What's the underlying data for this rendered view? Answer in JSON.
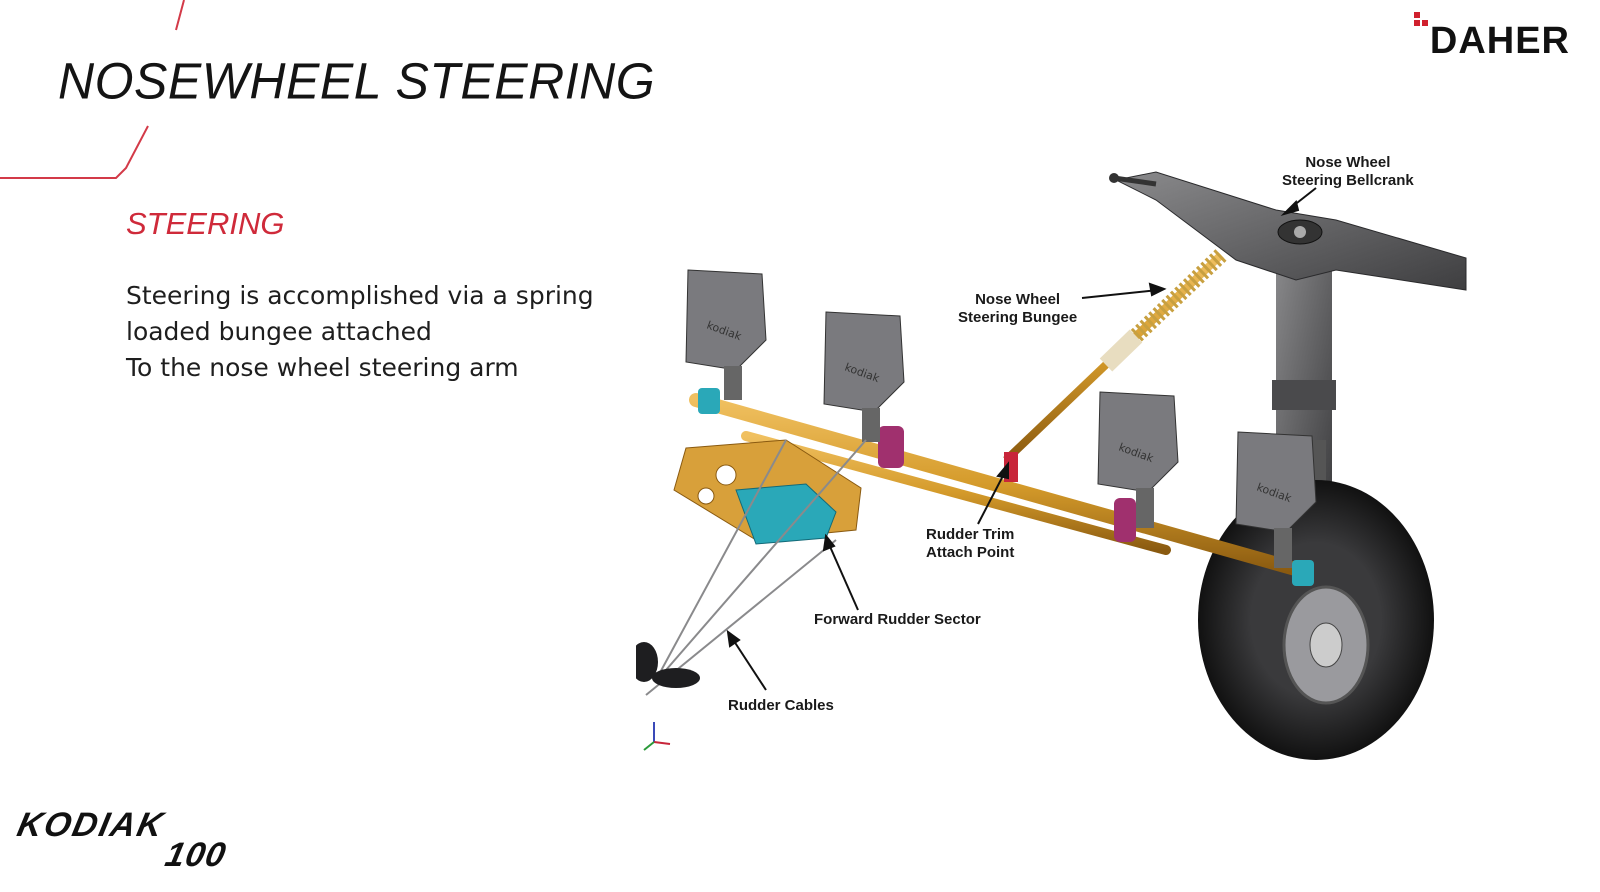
{
  "slide": {
    "title": "NOSEWHEEL STEERING",
    "subtitle": "STEERING",
    "body_lines": [
      "Steering is accomplished via a spring",
      "loaded bungee attached",
      "To the nose wheel steering arm"
    ]
  },
  "logos": {
    "brand": "DAHER",
    "product_line1": "KODIAK",
    "product_line2": "100"
  },
  "diagram": {
    "labels": {
      "bellcrank": [
        "Nose Wheel",
        "Steering Bellcrank"
      ],
      "bungee": [
        "Nose Wheel",
        "Steering Bungee"
      ],
      "trim": [
        "Rudder Trim",
        "Attach Point"
      ],
      "sector": "Forward Rudder Sector",
      "cables": "Rudder Cables"
    },
    "pedal_text": "kodiak"
  },
  "colors": {
    "accent_red": "#cf2a3a",
    "tube_gold": "#d49a2a",
    "plate_gold": "#d8a03a",
    "sector_teal": "#2aa8b8",
    "clamp_magenta": "#a0306e",
    "metal_gray": "#5e5e60",
    "tire_black": "#1b1b1d"
  }
}
